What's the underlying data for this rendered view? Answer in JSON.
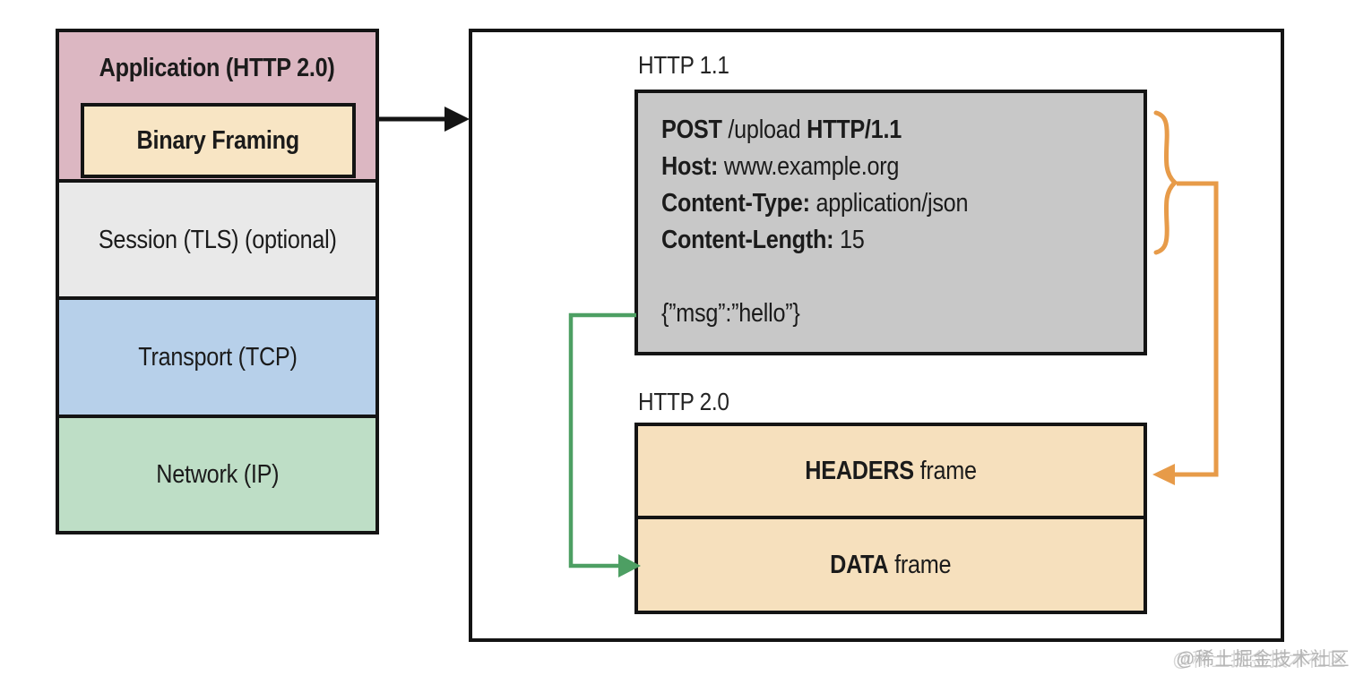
{
  "colors": {
    "outline": "#141414",
    "application_fill": "#dcb7c2",
    "binary_framing_fill": "#f8e5c4",
    "session_fill": "#e9e9e9",
    "transport_fill": "#b7d0ea",
    "network_fill": "#bedec6",
    "request_fill": "#c8c8c8",
    "frame_fill": "#f6e0bd",
    "arrow_black": "#141414",
    "arrow_green": "#4d9f63",
    "arrow_orange": "#e79b49",
    "watermark": "#b5b5b5"
  },
  "stack": {
    "application_label": "Application (HTTP 2.0)",
    "binary_framing_label": "Binary Framing",
    "session_label": "Session (TLS) (optional)",
    "transport_label": "Transport (TCP)",
    "network_label": "Network (IP)"
  },
  "http11": {
    "label": "HTTP 1.1",
    "request": {
      "line1_method": "POST",
      "line1_path": " /upload ",
      "line1_version": "HTTP/1.1",
      "host_key": "Host:",
      "host_value": " www.example.org",
      "content_type_key": "Content-Type:",
      "content_type_value": " application/json",
      "content_length_key": "Content-Length:",
      "content_length_value": " 15",
      "body": "{”msg”:”hello”}"
    }
  },
  "http20": {
    "label": "HTTP 2.0",
    "frames": [
      {
        "bold": "HEADERS",
        "rest": " frame"
      },
      {
        "bold": "DATA",
        "rest": " frame"
      }
    ]
  },
  "watermark": "@稀土掘金技术社区"
}
